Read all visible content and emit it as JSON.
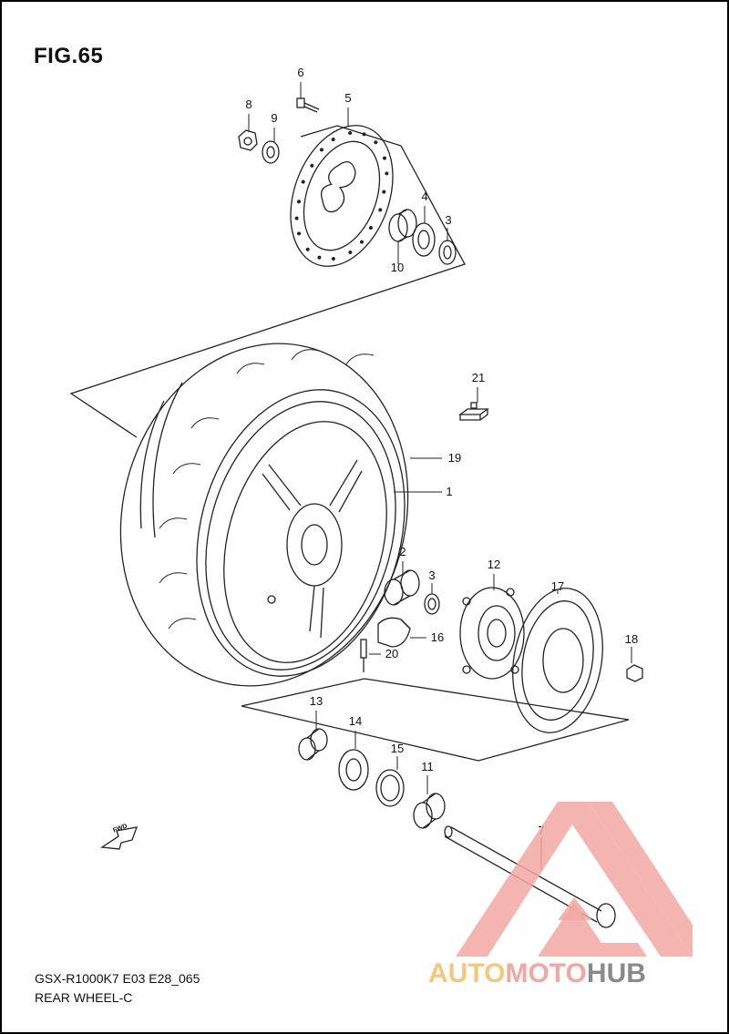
{
  "figure": {
    "title": "FIG.65",
    "model_code": "GSX-R1000K7 E03 E28_065",
    "assembly_name": "REAR WHEEL-C"
  },
  "callouts": [
    "6",
    "5",
    "8",
    "9",
    "4",
    "3",
    "10",
    "21",
    "19",
    "1",
    "2",
    "3",
    "12",
    "17",
    "16",
    "18",
    "20",
    "13",
    "14",
    "15",
    "11",
    "7"
  ],
  "fwd_arrow": {
    "label": "FWD",
    "icon": "fwd-arrow-icon"
  },
  "watermark": {
    "logo_part1": "AUTO",
    "logo_part2": "MOTO",
    "logo_part3": "HUB",
    "colors": {
      "auto": "#f4c87c",
      "moto": "#f2a8a2",
      "hub": "#8a8a8a",
      "triangle": "#f2a8a2"
    }
  },
  "colors": {
    "line": "#222222",
    "background": "#ffffff"
  }
}
